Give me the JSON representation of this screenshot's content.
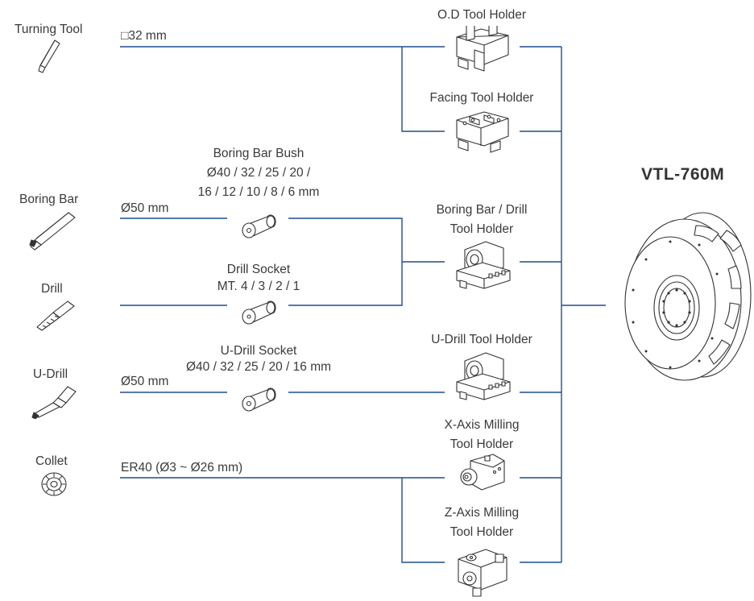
{
  "machine": {
    "name": "VTL-760M"
  },
  "tools": {
    "turning": "Turning Tool",
    "boring": "Boring Bar",
    "drill": "Drill",
    "udrill": "U-Drill",
    "collet": "Collet"
  },
  "specs": {
    "turning": "□32 mm",
    "boring": "Ø50 mm",
    "udrill": "Ø50 mm",
    "collet": "ER40 (Ø3 ~ Ø26 mm)"
  },
  "adapters": {
    "boring_bush": {
      "title": "Boring Bar Bush",
      "line1": "Ø40 / 32 / 25 / 20 /",
      "line2": "16 / 12 / 10 / 8 / 6 mm"
    },
    "drill_socket": {
      "title": "Drill Socket",
      "line1": "MT. 4 / 3 / 2 / 1"
    },
    "udrill_socket": {
      "title": "U-Drill Socket",
      "line1": "Ø40 / 32 / 25 / 20 / 16 mm"
    }
  },
  "holders": {
    "od": "O.D Tool Holder",
    "facing": "Facing Tool Holder",
    "boring_drill_l1": "Boring Bar / Drill",
    "boring_drill_l2": "Tool Holder",
    "udrill": "U-Drill Tool Holder",
    "xmill_l1": "X-Axis Milling",
    "xmill_l2": "Tool Holder",
    "zmill_l1": "Z-Axis Milling",
    "zmill_l2": "Tool Holder"
  },
  "colors": {
    "line": "#1f4e8c",
    "drawing": "#333333"
  }
}
